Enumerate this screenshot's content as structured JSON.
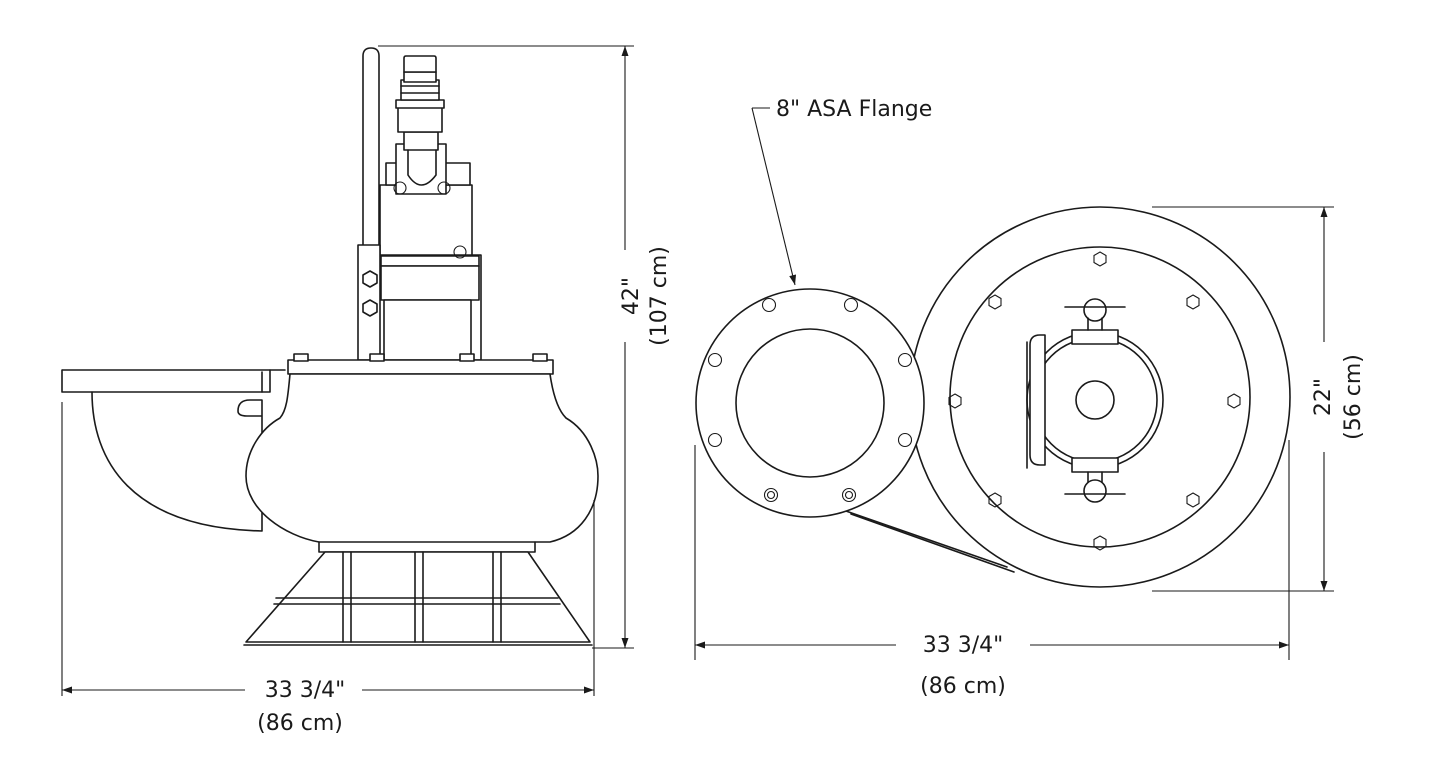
{
  "callout": {
    "flange": "8\" ASA Flange"
  },
  "side_view": {
    "height_in": "42\"",
    "height_cm": "(107 cm)",
    "width_in": "33 3/4\"",
    "width_cm": "(86 cm)"
  },
  "top_view": {
    "height_in": "22\"",
    "height_cm": "(56 cm)",
    "width_in": "33 3/4\"",
    "width_cm": "(86 cm)"
  },
  "colors": {
    "line": "#1a1a1a",
    "background": "#ffffff"
  },
  "icons": [
    "hex-bolt-icon",
    "bolt-hole-icon",
    "arrowhead-icon"
  ]
}
